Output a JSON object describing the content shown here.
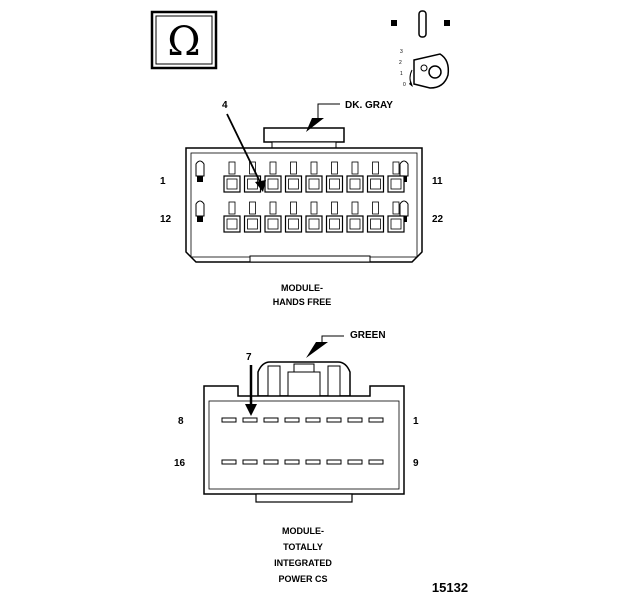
{
  "connector_1": {
    "color": "DK. GRAY",
    "callout_pin": "4",
    "pin_left_top": "1",
    "pin_left_bottom": "12",
    "pin_right_top": "11",
    "pin_right_bottom": "22",
    "caption_line1": "MODULE-",
    "caption_line2": "HANDS FREE"
  },
  "connector_2": {
    "color": "GREEN",
    "callout_pin": "7",
    "pin_left_top": "8",
    "pin_left_bottom": "16",
    "pin_right_top": "1",
    "pin_right_bottom": "9",
    "caption_line1": "MODULE-",
    "caption_line2": "TOTALLY",
    "caption_line3": "INTEGRATED",
    "caption_line4": "POWER CS"
  },
  "figure_number": "15132",
  "icons": [
    "omega-symbol-icon",
    "key-ignition-icon"
  ]
}
